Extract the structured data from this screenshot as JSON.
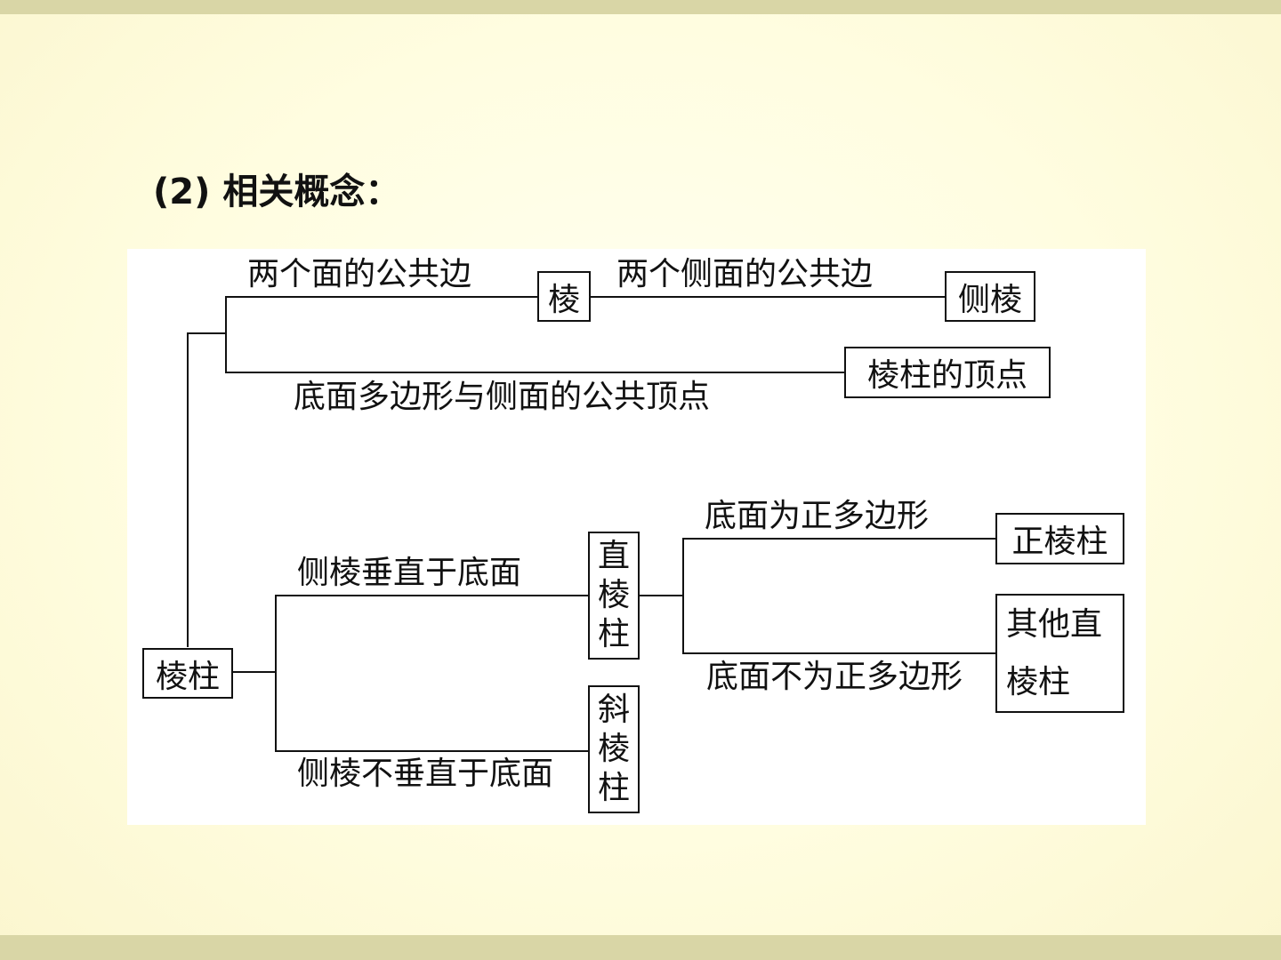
{
  "heading": "(2) 相关概念：",
  "edges": {
    "two_faces_common_edge": "两个面的公共边",
    "two_lateral_faces_common_edge": "两个侧面的公共边",
    "base_lateral_common_vertex": "底面多边形与侧面的公共顶点",
    "lateral_edge_perpendicular": "侧棱垂直于底面",
    "lateral_edge_not_perpendicular": "侧棱不垂直于底面",
    "base_regular_polygon": "底面为正多边形",
    "base_not_regular_polygon": "底面不为正多边形"
  },
  "nodes": {
    "prism": "棱柱",
    "edge": "棱",
    "lateral_edge": "侧棱",
    "prism_vertex": "棱柱的顶点",
    "right_prism": [
      "直",
      "棱",
      "柱"
    ],
    "oblique_prism": [
      "斜",
      "棱",
      "柱"
    ],
    "regular_prism": "正棱柱",
    "other_right_prism": [
      "其他直",
      "棱柱"
    ]
  }
}
